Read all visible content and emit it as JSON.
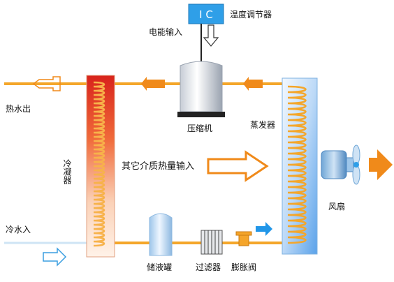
{
  "ic_box": {
    "text": "I C"
  },
  "labels": {
    "temp_controller": "温度调节器",
    "power_input": "电能输入",
    "hot_water_out": "热水出",
    "cold_water_in": "冷水入",
    "condenser": "冷凝器",
    "compressor": "压缩机",
    "evaporator": "蒸发器",
    "heat_input": "其它介质热量输入",
    "fan": "风扇",
    "receiver": "储液罐",
    "filter": "过滤器",
    "expansion_valve": "膨胀阀"
  },
  "colors": {
    "pipe": "#f4a62a",
    "pipe_dark": "#e07d12",
    "ic_box": "#2f9fe8",
    "hot_arrow_outline": "#f08a1a",
    "cold_arrow_outline": "#3a9ee0",
    "fan_arrow": "#f08a1a",
    "blue_flow_arrow": "#2196e8"
  }
}
